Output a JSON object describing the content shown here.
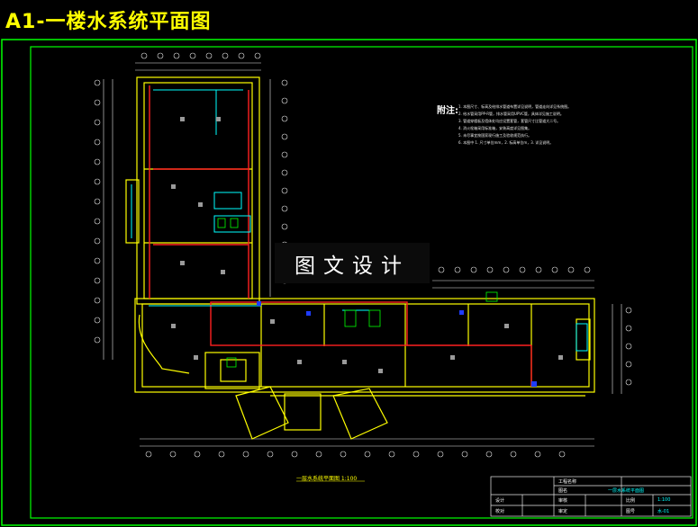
{
  "header": {
    "title": "A1-一楼水系统平面图"
  },
  "watermark": {
    "text": "图文设计"
  },
  "notes": {
    "title": "附注:",
    "lines": [
      "1. 本图尺寸、标高及给排水管道布置详见说明，管道走向详见系统图。",
      "2. 给水管采用PP-R管，排水管采用UPVC管，具体详见施工说明。",
      "3. 管道穿楼板及墙体处均应设置套管，套管尺寸比管道大二号。",
      "4. 消火栓箱采用标准箱，安装高度详见图集。",
      "5. 未尽事宜按国家现行施工及验收规范执行。",
      "6. 本图中 1. 尺寸单位mm，2. 标高单位m，3. 详见说明。"
    ]
  },
  "drawing_caption": "一层水系统平面图 1:100",
  "title_block": {
    "project": "工程名称",
    "drawing": "图名",
    "drawing_name": "一层水系统平面图",
    "designer": "设计",
    "checker": "校对",
    "reviewer": "审核",
    "approver": "审定",
    "scale_label": "比例",
    "scale": "1:100",
    "sheet_label": "图号",
    "sheet": "水-01"
  },
  "colors": {
    "background": "#000000",
    "border": "#00ff00",
    "wall": "#ffff00",
    "pipe_hot": "#ff2020",
    "pipe_cold": "#00ffff",
    "grid": "#f0f0f0"
  }
}
